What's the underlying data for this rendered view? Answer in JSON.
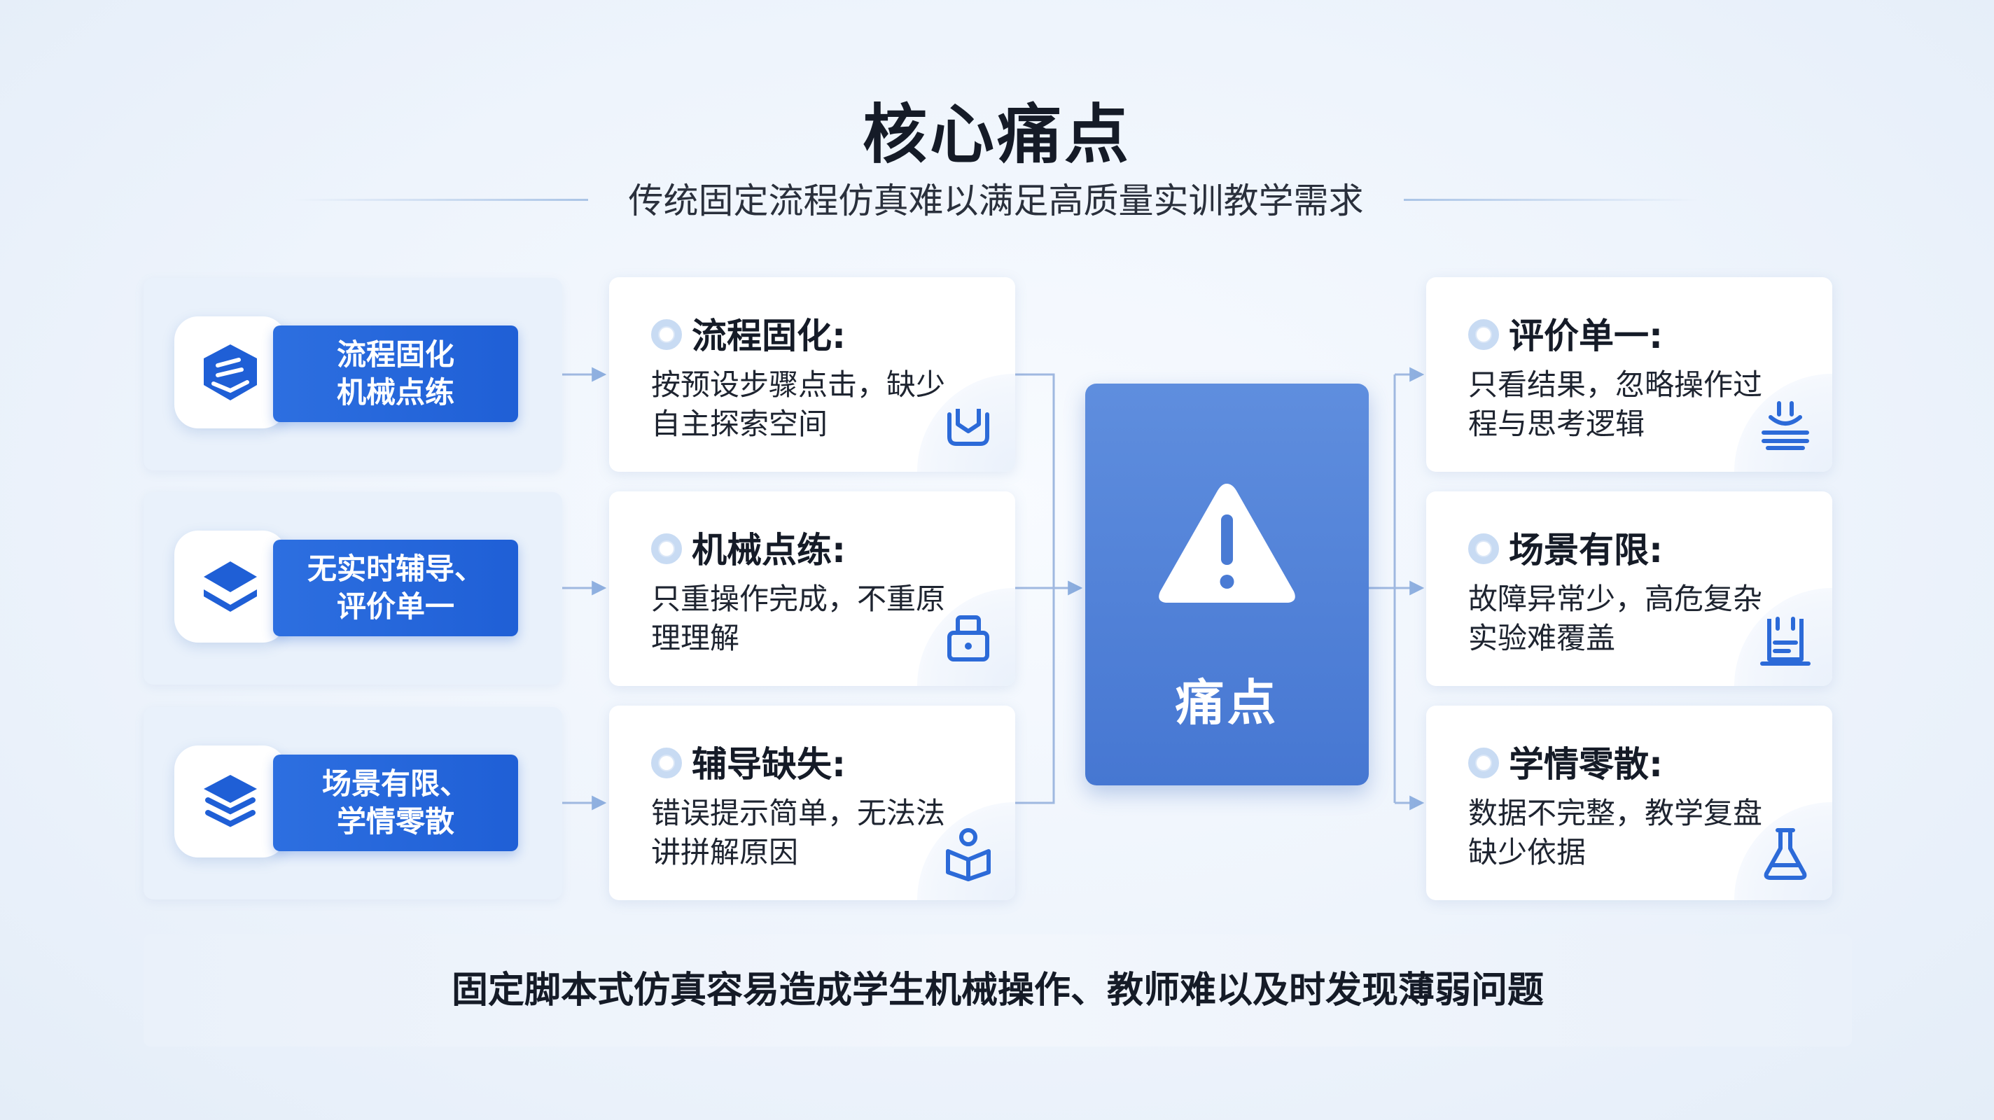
{
  "title": "核心痛点",
  "subtitle": "传统固定流程仿真难以满足高质量实训教学需求",
  "categories": [
    {
      "label": "流程固化\n机械点练",
      "icon": "book-stack-icon"
    },
    {
      "label": "无实时辅导、\n评价单一",
      "icon": "layers-icon"
    },
    {
      "label": "场景有限、\n学情零散",
      "icon": "stacked-layers-icon"
    }
  ],
  "left_cards": [
    {
      "heading": "流程固化:",
      "body": "按预设步骤点击，缺少自主探索空间",
      "icon": "tray-icon"
    },
    {
      "heading": "机械点练:",
      "body": "只重操作完成，不重原理理解",
      "icon": "lock-box-icon"
    },
    {
      "heading": "辅导缺失:",
      "body": "错误提示简单，无法法讲拼解原因",
      "icon": "reader-book-icon"
    }
  ],
  "center": {
    "label": "痛点",
    "icon": "warning-icon"
  },
  "right_cards": [
    {
      "heading": "评价单一:",
      "body": "只看结果，忽略操作过程与思考逻辑",
      "icon": "water-flow-icon"
    },
    {
      "heading": "场景有限:",
      "body": "故障异常少，高危复杂实验难覆盖",
      "icon": "lab-device-icon"
    },
    {
      "heading": "学情零散:",
      "body": "数据不完整，教学复盘缺少依据",
      "icon": "flask-icon"
    }
  ],
  "banner": "固定脚本式仿真容易造成学生机械操作、教师难以及时发现薄弱问题",
  "colors": {
    "primary": "#1f5fd6",
    "center": "#4f80d6",
    "connector": "#9fb8e0"
  }
}
